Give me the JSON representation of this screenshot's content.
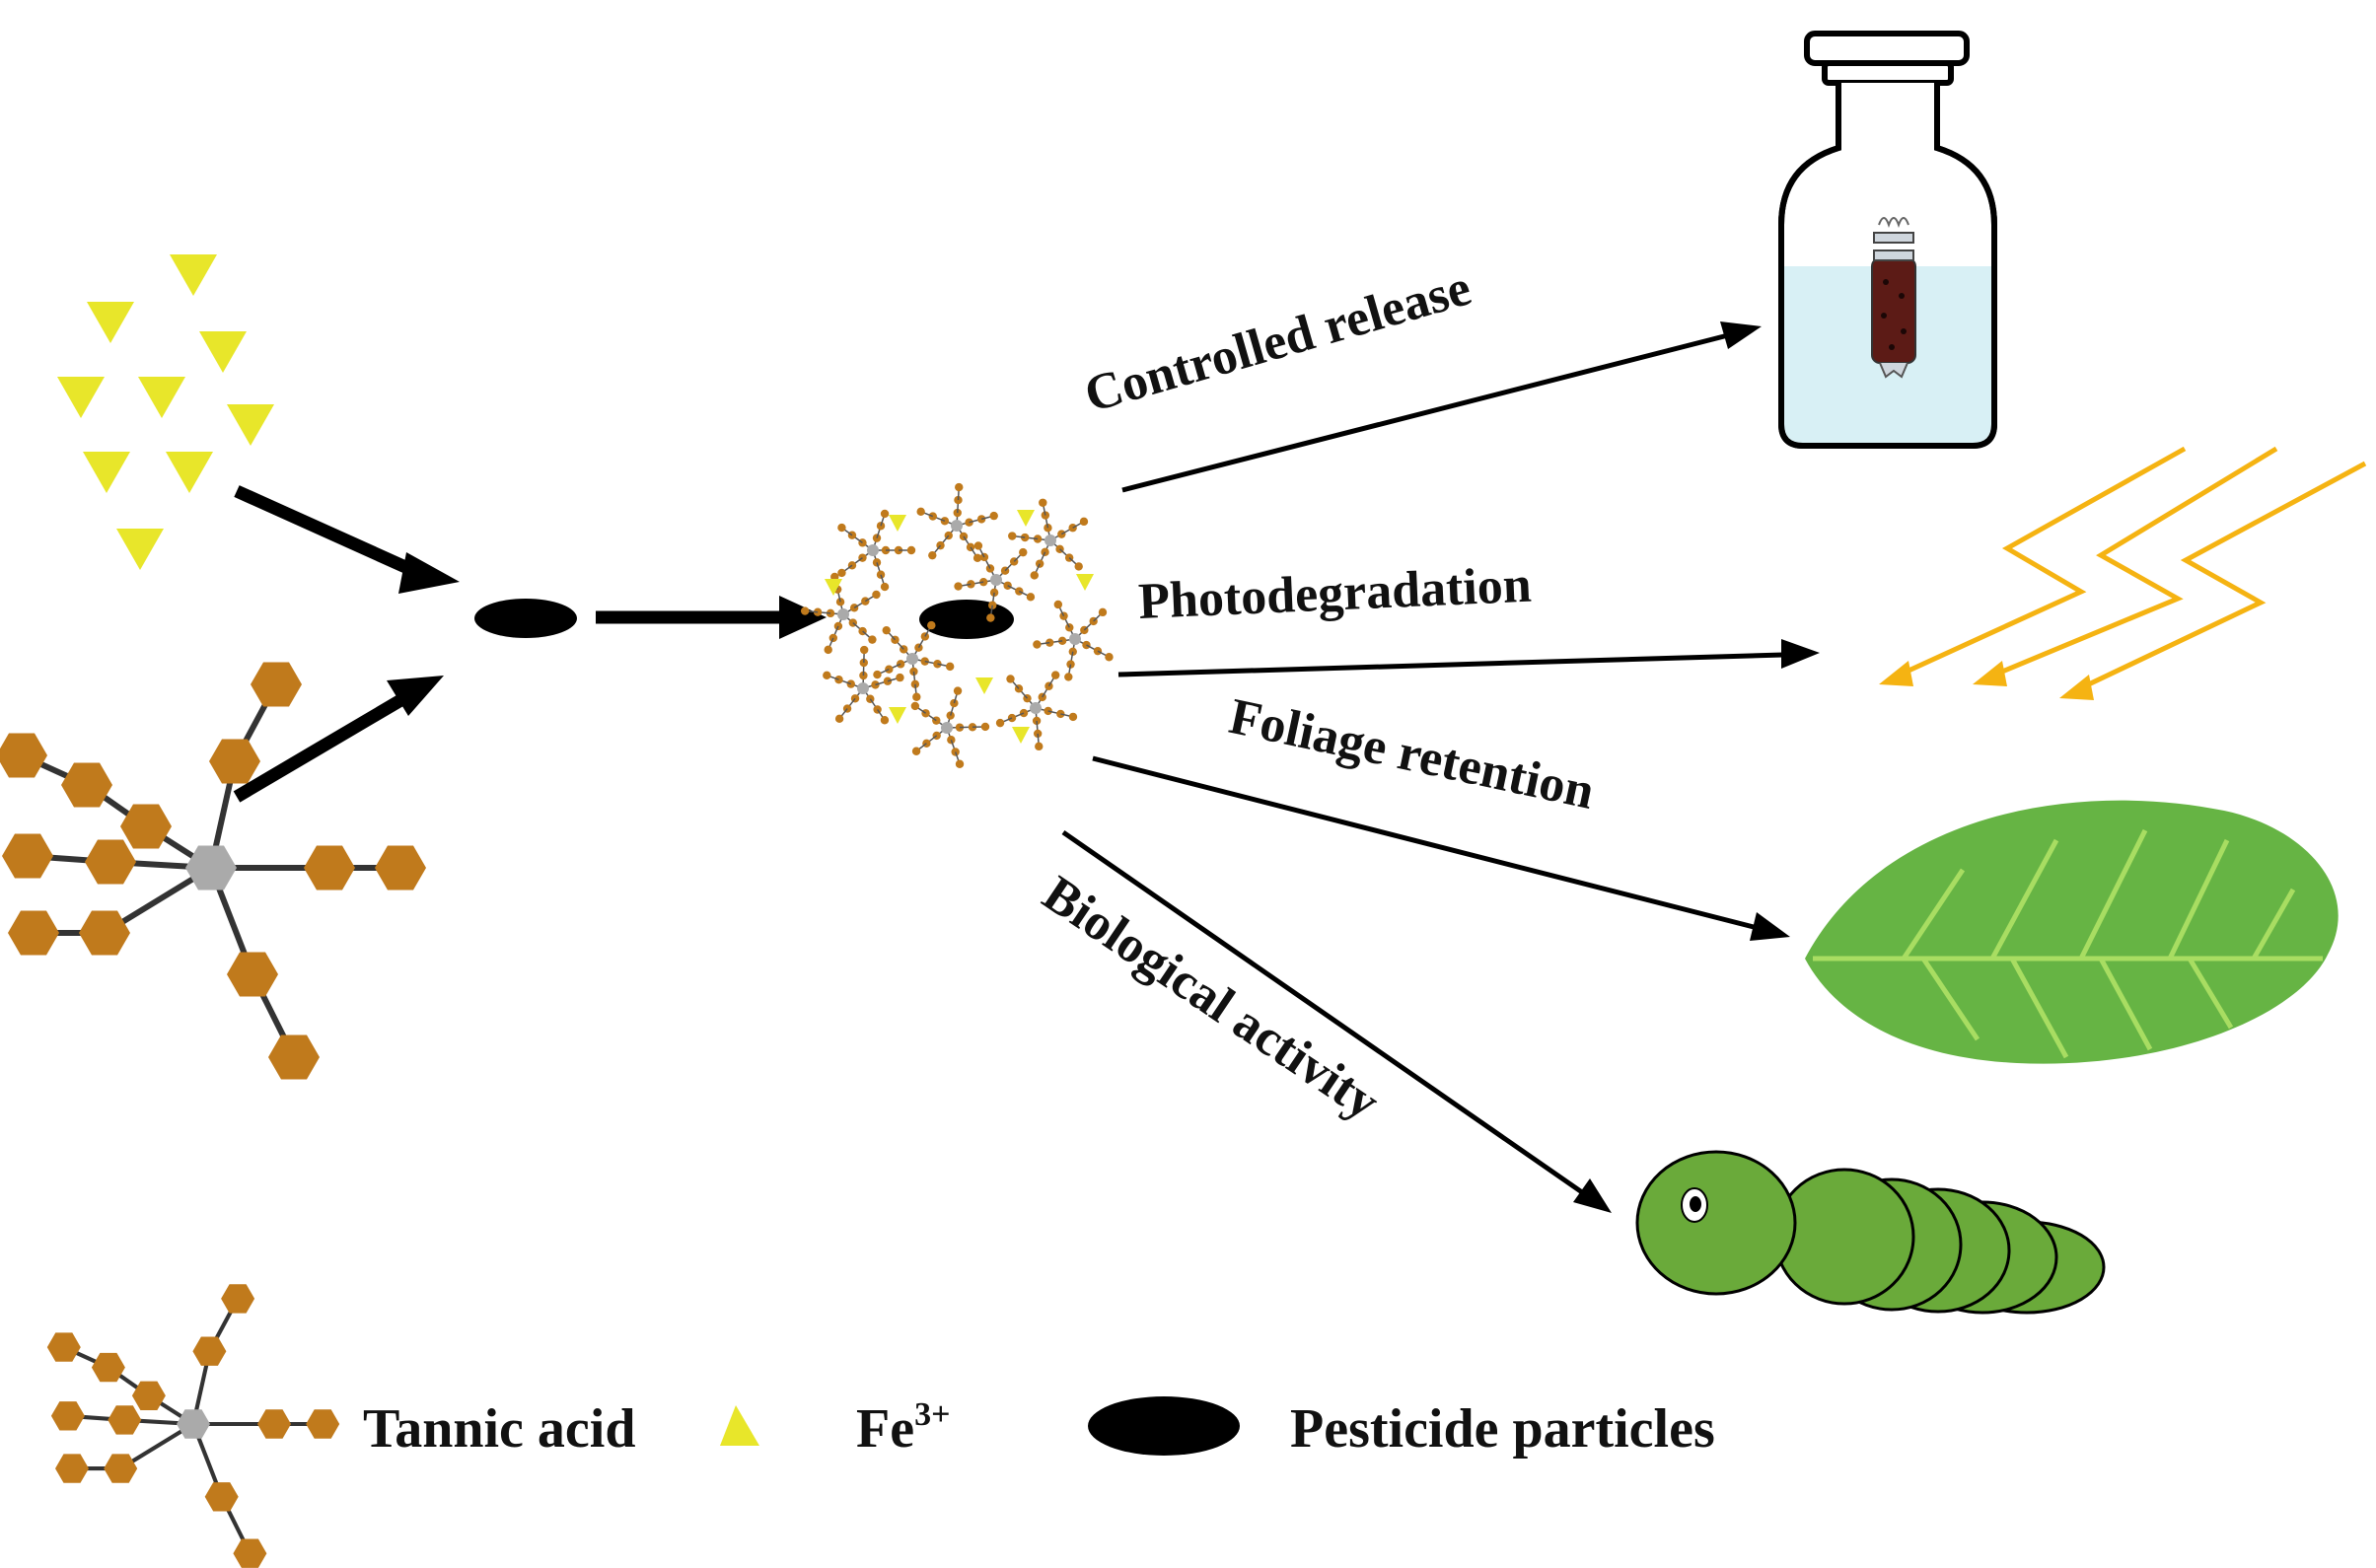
{
  "pathways": {
    "controlled_release": "Controlled release",
    "photodegradation": "Photodegradation",
    "foliage_retention": "Foliage retention",
    "biological_activity": "Biological activity"
  },
  "legend": {
    "tannic_acid": "Tannic acid",
    "fe_base": "Fe",
    "fe_charge": "3+",
    "pesticide": "Pesticide particles"
  },
  "colors": {
    "fe_yellow": "#e8e62a",
    "tannic_brown": "#c07a1c",
    "tannic_core": "#aaaaaa",
    "pesticide_black": "#000000",
    "leaf_green": "#66b444",
    "leaf_vein": "#a8dd62",
    "light_orange": "#f5b312",
    "water_blue": "#d8f0f5",
    "caterpillar_green": "#6aaa3a"
  },
  "icons": {
    "bottle": "reagent-bottle-icon",
    "light": "light-rays-icon",
    "leaf": "leaf-icon",
    "caterpillar": "caterpillar-icon"
  }
}
